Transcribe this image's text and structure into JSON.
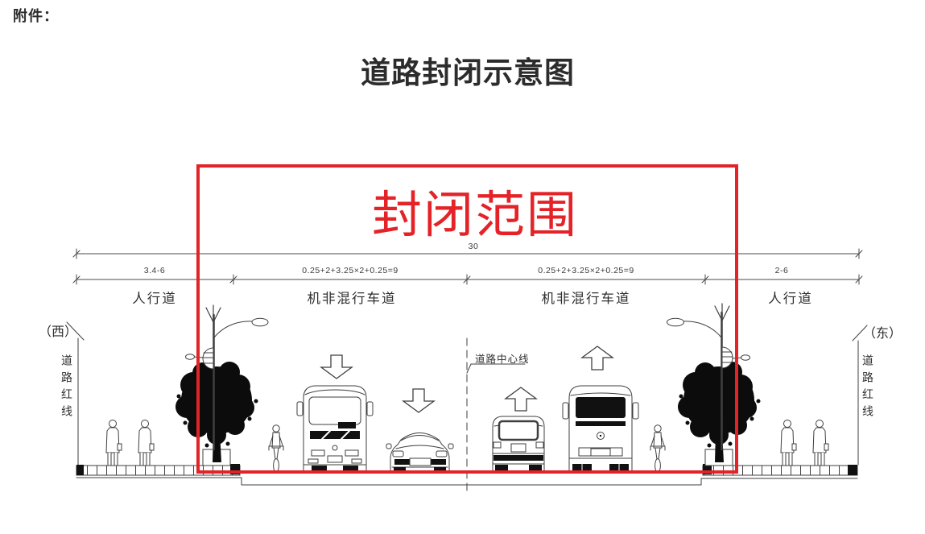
{
  "page": {
    "attachment_label": "附件：",
    "title": "道路封闭示意图"
  },
  "closure": {
    "label": "封闭范围",
    "color": "#e42328"
  },
  "dimensions": {
    "overall_value": "30",
    "segments": [
      {
        "value": "3.4-6",
        "name": "人行道"
      },
      {
        "value": "0.25+2+3.25×2+0.25=9",
        "name": "机非混行车道"
      },
      {
        "value": "0.25+2+3.25×2+0.25=9",
        "name": "机非混行车道"
      },
      {
        "value": "2-6",
        "name": "人行道"
      }
    ]
  },
  "labels": {
    "west": "（西）",
    "east": "（东）",
    "west_boundary": "道路红线",
    "east_boundary": "道路红线",
    "centerline": "道路中心线"
  },
  "drawing": {
    "linework_color": "#3f3f3f",
    "vehicles": [
      "bus-front",
      "car-front",
      "suv-rear",
      "bus-rear"
    ],
    "direction_arrows": [
      "down",
      "down",
      "up",
      "up"
    ]
  }
}
